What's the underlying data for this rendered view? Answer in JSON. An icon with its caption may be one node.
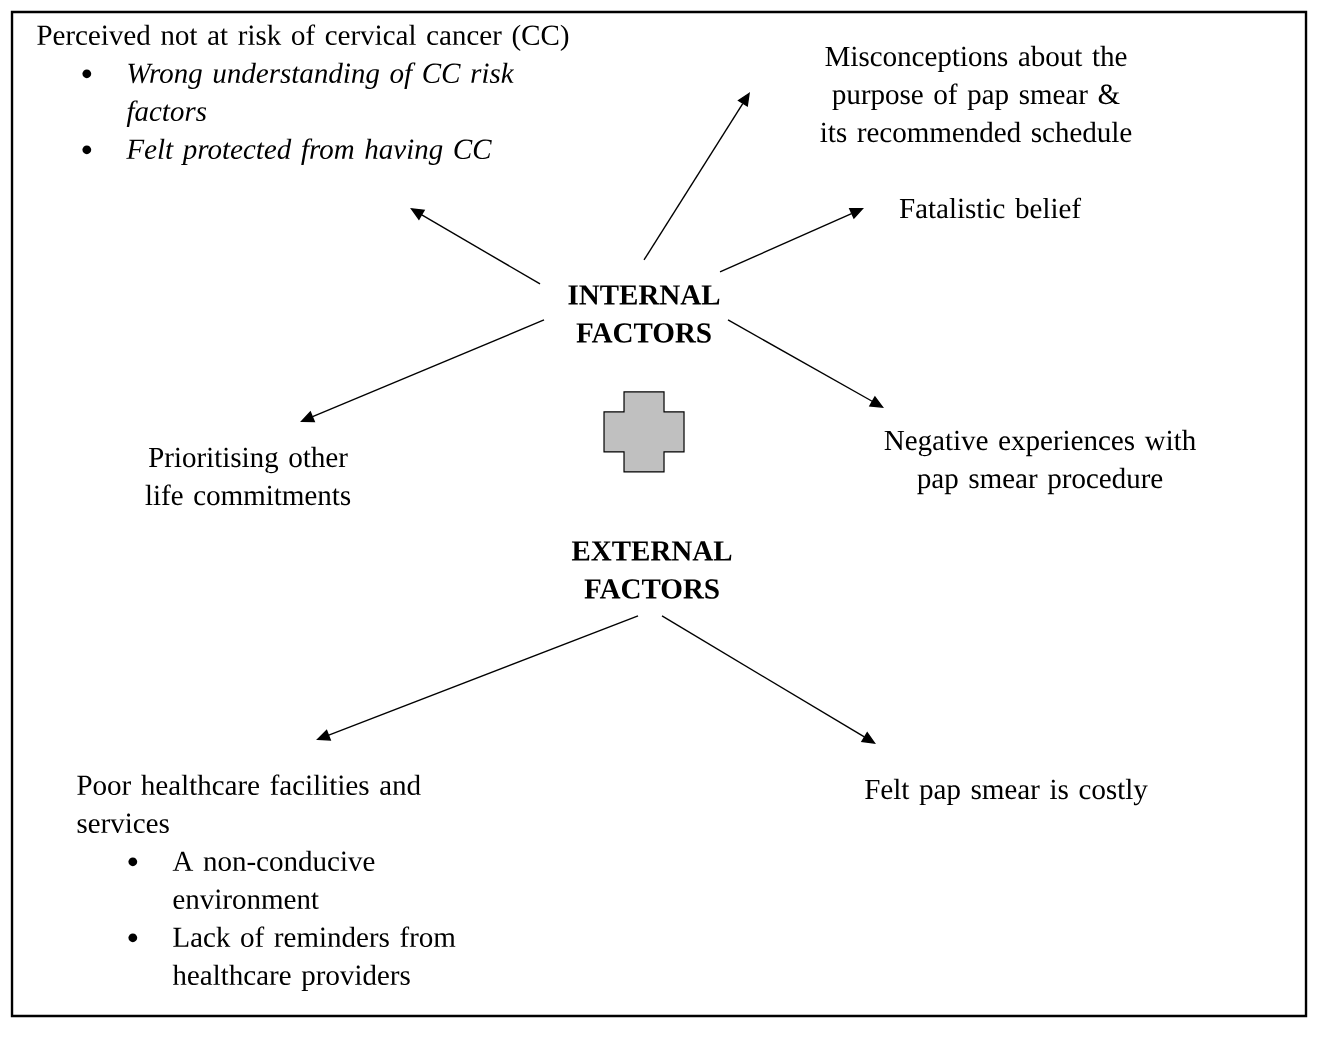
{
  "diagram": {
    "nodes": [
      {
        "text": [
          "Perceived not at risk of cervical cancer (CC)",
          "Wrong understanding of CC risk factors",
          "Felt protected from having CC"
        ]
      },
      {
        "text": [
          "Misconceptions about the purpose of pap smear & its recommended schedule"
        ]
      },
      {
        "text": [
          "Fatalistic belief"
        ]
      },
      {
        "text": [
          "INTERNAL FACTORS"
        ]
      },
      {
        "text": [
          "Prioritising other life commitments"
        ]
      },
      {
        "text": [
          "Negative experiences with pap smear procedure"
        ]
      },
      {
        "text": [
          "EXTERNAL FACTORS"
        ]
      },
      {
        "text": [
          "Poor healthcare facilities and services",
          "A non-conducive environment",
          "Lack of reminders from healthcare providers"
        ]
      },
      {
        "text": [
          "Felt pap smear is costly"
        ]
      }
    ],
    "edges": [
      {
        "from": 3,
        "to": 0,
        "arrow": "to"
      },
      {
        "from": 3,
        "to": 1,
        "arrow": "to"
      },
      {
        "from": 3,
        "to": 2,
        "arrow": "to"
      },
      {
        "from": 3,
        "to": 4,
        "arrow": "to"
      },
      {
        "from": 3,
        "to": 5,
        "arrow": "to"
      },
      {
        "from": 6,
        "to": 7,
        "arrow": "to"
      },
      {
        "from": 6,
        "to": 8,
        "arrow": "to"
      }
    ]
  }
}
